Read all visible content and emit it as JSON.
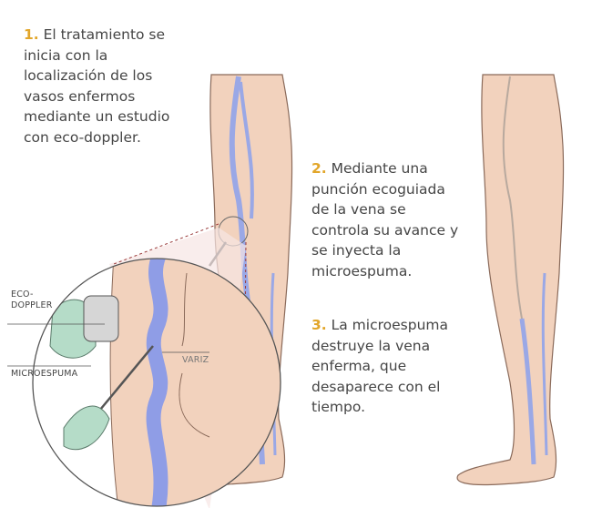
{
  "steps": [
    {
      "number": "1.",
      "lines": [
        "El tratamiento se",
        "inicia con la",
        "localización de los",
        "vasos enfermos",
        "mediante un estudio",
        "con eco-doppler."
      ]
    },
    {
      "number": "2.",
      "lines": [
        "Mediante una",
        "punción ecoguiada",
        "de la vena se",
        "controla su avance y",
        "se inyecta la",
        "microespuma."
      ]
    },
    {
      "number": "3.",
      "lines": [
        "La microespuma",
        "destruye la vena",
        "enferma, que",
        "desaparece con el",
        "tiempo."
      ]
    }
  ],
  "labels": {
    "eco_doppler": [
      "ECO-",
      "DOPPLER"
    ],
    "microespuma": "MICROESPUMA",
    "variz": "VARIZ"
  },
  "colors": {
    "accent": "#e2a62a",
    "text": "#454545",
    "skin": "#f2d2bd",
    "vein": "#9aa8e6",
    "glove": "#b5dcc8"
  }
}
